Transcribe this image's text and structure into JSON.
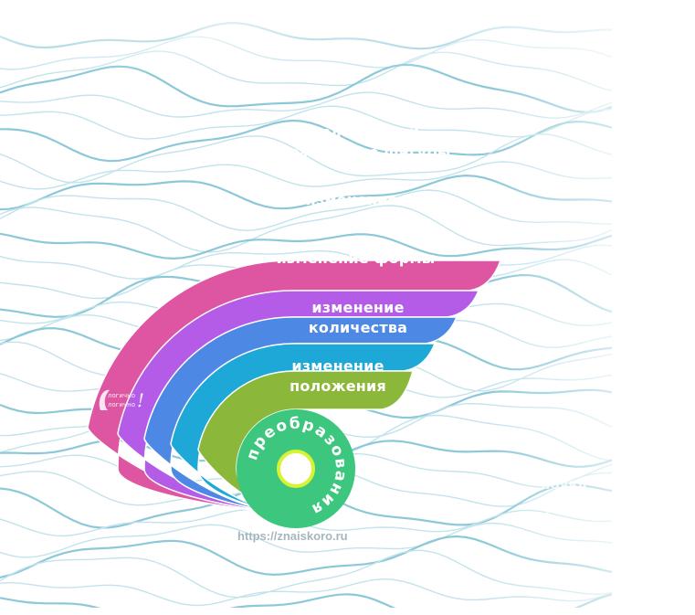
{
  "diagram": {
    "center_label": "преобразования",
    "bands": [
      {
        "lines": [
          "появление или",
          "исчезновение фигуры"
        ],
        "color": "#de56a2"
      },
      {
        "lines": [
          "изменение цвета"
        ],
        "color": "#b45ce8"
      },
      {
        "lines": [
          "изменение формы"
        ],
        "color": "#4d88e4"
      },
      {
        "lines": [
          "изменение",
          "количества"
        ],
        "color": "#1ea8d8"
      },
      {
        "lines": [
          "изменение",
          "положения"
        ],
        "color": "#8bb83a"
      }
    ],
    "center_color": "#3dc67d",
    "hole_color": "#d9f233"
  },
  "watermark": "https://znaiskoro.ru",
  "ghost_label": [
    "появл",
    "фигуры"
  ],
  "logo_text": [
    "логично",
    "логично"
  ],
  "colors": {
    "wave": "#8cc8d8",
    "wave_light": "#c3e3ec"
  }
}
